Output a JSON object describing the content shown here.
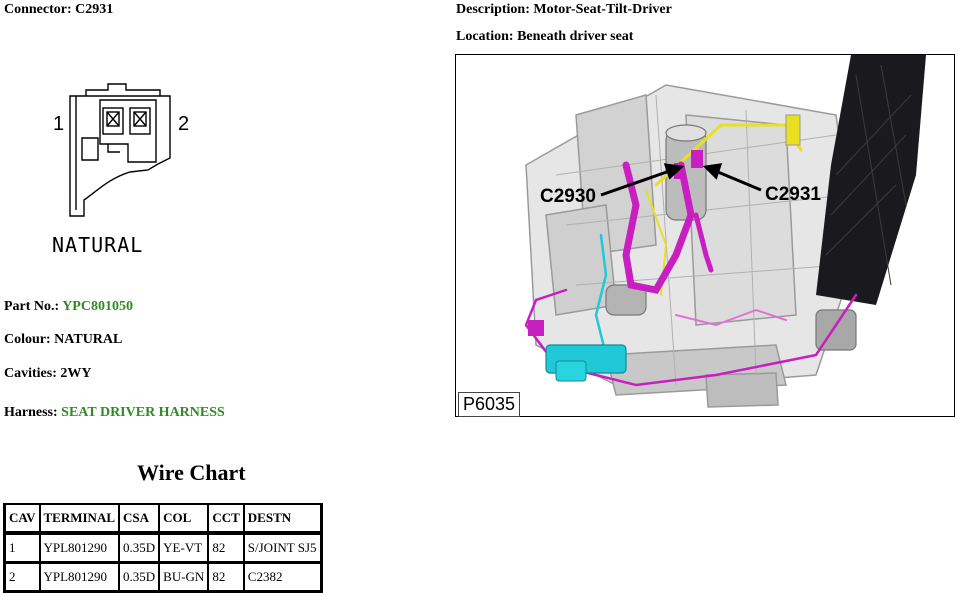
{
  "header": {
    "connector_label": "Connector:",
    "connector_value": "C2931",
    "description_label": "Description:",
    "description_value": "Motor-Seat-Tilt-Driver",
    "location_label": "Location:",
    "location_value": "Beneath driver seat"
  },
  "connector_drawing": {
    "pin_left": "1",
    "pin_right": "2",
    "caption": "NATURAL"
  },
  "details": {
    "part_no_label": "Part No.:",
    "part_no_value": "YPC801050",
    "colour_label": "Colour:",
    "colour_value": "NATURAL",
    "cavities_label": "Cavities:",
    "cavities_value": "2WY",
    "harness_label": "Harness:",
    "harness_value": "SEAT DRIVER HARNESS"
  },
  "wire_chart": {
    "title": "Wire Chart",
    "columns": [
      "CAV",
      "TERMINAL",
      "CSA",
      "COL",
      "CCT",
      "DESTN"
    ],
    "rows": [
      [
        "1",
        "YPL801290",
        "0.35D",
        "YE-VT",
        "82",
        "S/JOINT SJ5"
      ],
      [
        "2",
        "YPL801290",
        "0.35D",
        "BU-GN",
        "82",
        "C2382"
      ]
    ]
  },
  "photo": {
    "id_label": "P6035",
    "callout_left": "C2930",
    "callout_right": "C2931"
  },
  "colors": {
    "link_green": "#2e8b22",
    "harness_magenta": "#c81fc0",
    "harness_yellow": "#e8e020",
    "harness_cyan": "#20c8d8",
    "seat_back_dark": "#1a1a1e"
  }
}
